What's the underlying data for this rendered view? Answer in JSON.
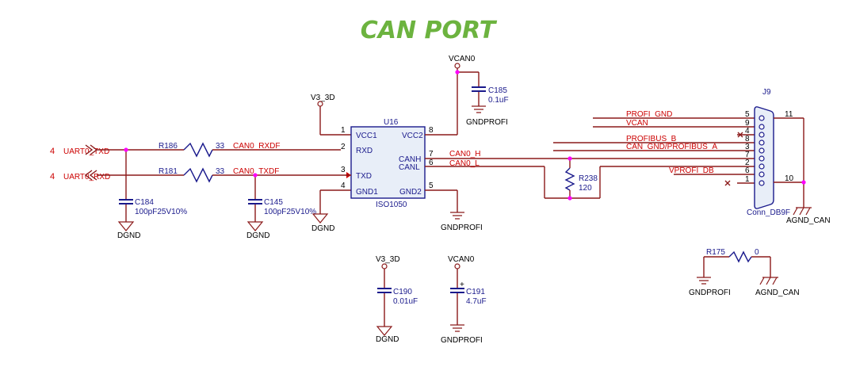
{
  "title": "CAN PORT",
  "ports": {
    "txd_num": "4",
    "txd_label": "UART0_TXD",
    "rxd_num": "4",
    "rxd_label": "UART0_RXD"
  },
  "nets": {
    "can0_rxdf_a": "CAN0_RXDF",
    "can0_txdf_a": "CAN0_TXDF",
    "can0_h": "CAN0_H",
    "can0_l": "CAN0_L",
    "profi_gnd": "PROFI_GND",
    "vcan": "VCAN",
    "profibus_b": "PROFIBUS_B",
    "can_gnd_profibus_a": "CAN_GND/PROFIBUS_A",
    "vprofi_db": "VPROFI_DB"
  },
  "resistors": {
    "r186": {
      "ref": "R186",
      "value": "33"
    },
    "r181": {
      "ref": "R181",
      "value": "33"
    },
    "r238": {
      "ref": "R238",
      "value": "120"
    },
    "r175": {
      "ref": "R175",
      "value": "0"
    }
  },
  "capacitors": {
    "c184": {
      "ref": "C184",
      "value": "100pF25V10%"
    },
    "c145": {
      "ref": "C145",
      "value": "100pF25V10%"
    },
    "c185": {
      "ref": "C185",
      "value": "0.1uF"
    },
    "c190": {
      "ref": "C190",
      "value": "0.01uF"
    },
    "c191": {
      "ref": "C191",
      "value": "4.7uF",
      "polarity": "+"
    }
  },
  "ic": {
    "ref": "U16",
    "part": "ISO1050",
    "pins": {
      "vcc1_num": "1",
      "vcc1": "VCC1",
      "rxd_num": "2",
      "rxd": "RXD",
      "txd_num": "3",
      "txd": "TXD",
      "gnd1_num": "4",
      "gnd1": "GND1",
      "gnd2_num": "5",
      "gnd2": "GND2",
      "canl_num": "6",
      "canl": "CANL",
      "canh_num": "7",
      "canh": "CANH",
      "vcc2_num": "8",
      "vcc2": "VCC2"
    }
  },
  "connector": {
    "ref": "J9",
    "part": "Conn_DB9F",
    "pins": [
      "5",
      "9",
      "4",
      "8",
      "3",
      "7",
      "2",
      "6",
      "1"
    ],
    "shell": [
      "11",
      "10"
    ]
  },
  "power": {
    "v3_3d_a": "V3_3D",
    "v3_3d_b": "V3_3D",
    "vcan0_a": "VCAN0",
    "vcan0_b": "VCAN0",
    "dgnd_a": "DGND",
    "dgnd_b": "DGND",
    "dgnd_c": "DGND",
    "dgnd_d": "DGND",
    "gndprofi_a": "GNDPROFI",
    "gndprofi_b": "GNDPROFI",
    "gndprofi_c": "GNDPROFI",
    "gndprofi_d": "GNDPROFI",
    "agnd_can_a": "AGND_CAN",
    "agnd_can_b": "AGND_CAN"
  }
}
